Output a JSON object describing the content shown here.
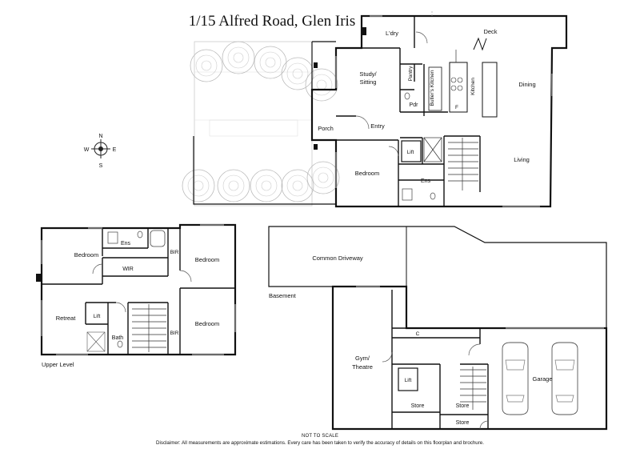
{
  "title": "1/15 Alfred Road, Glen Iris",
  "compass": {
    "n": "N",
    "s": "S",
    "e": "E",
    "w": "W"
  },
  "ground": {
    "laundry": "L'dry",
    "deck": "Deck",
    "study_line1": "Study/",
    "study_line2": "Sitting",
    "pantry": "Pantry",
    "butlers_kitchen": "Butler's Kitchen",
    "kitchen": "Kitchen",
    "fridge": "F",
    "dining": "Dining",
    "powder": "Pdr",
    "porch": "Porch",
    "entry": "Entry",
    "lift": "Lift",
    "bedroom": "Bedroom",
    "ensuite": "Ens",
    "living": "Living"
  },
  "upper": {
    "level_label": "Upper Level",
    "bedroom_west": "Bedroom",
    "ensuite": "Ens",
    "bir_top": "BIR",
    "bedroom_ne": "Bedroom",
    "wir": "WIR",
    "retreat": "Retreat",
    "lift": "Lift",
    "bath": "Bath",
    "bir_bottom": "BIR",
    "bedroom_se": "Bedroom"
  },
  "basement": {
    "common_driveway": "Common Driveway",
    "label": "Basement",
    "cupboard": "C",
    "gym_line1": "Gym/",
    "gym_line2": "Theatre",
    "lift": "Lift",
    "garage": "Garage",
    "store_left": "Store",
    "store_mid": "Store",
    "store_bottom": "Store"
  },
  "not_to_scale": "NOT TO SCALE",
  "disclaimer": "Disclaimer: All measurements are approximate estimations. Every care has been taken to verify the accuracy of details on this floorplan and brochure."
}
